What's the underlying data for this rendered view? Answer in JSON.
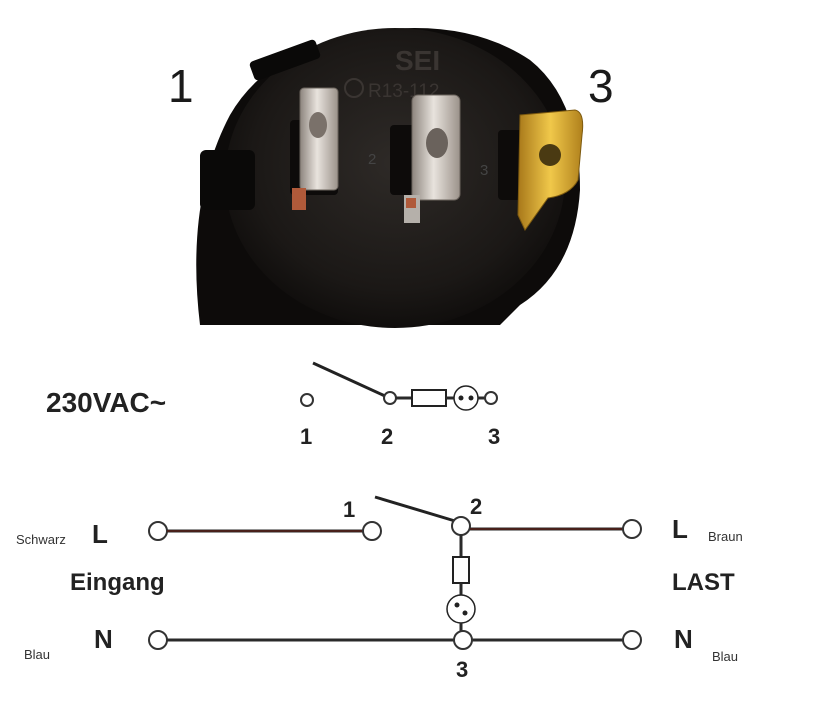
{
  "photo": {
    "label_left": "1",
    "label_right": "3",
    "housing_text": "SEI",
    "housing_code": "R13-112",
    "pin_label_2": "2",
    "pin_label_3": "3"
  },
  "symbol": {
    "voltage": "230VAC~",
    "pin1": "1",
    "pin2": "2",
    "pin3": "3"
  },
  "wiring": {
    "switch_pin1": "1",
    "switch_pin2": "2",
    "neutral_pin3": "3",
    "input": {
      "line_letter": "L",
      "line_color": "Schwarz",
      "title": "Eingang",
      "neutral_letter": "N",
      "neutral_color": "Blau"
    },
    "load": {
      "line_letter": "L",
      "line_color": "Braun",
      "title": "LAST",
      "neutral_letter": "N",
      "neutral_color": "Blau"
    }
  },
  "colors": {
    "housing": "#161412",
    "wire_brown": "#5a1a10",
    "pin_silver": "#c9c3bc",
    "pin_gold": "#d6a628"
  }
}
